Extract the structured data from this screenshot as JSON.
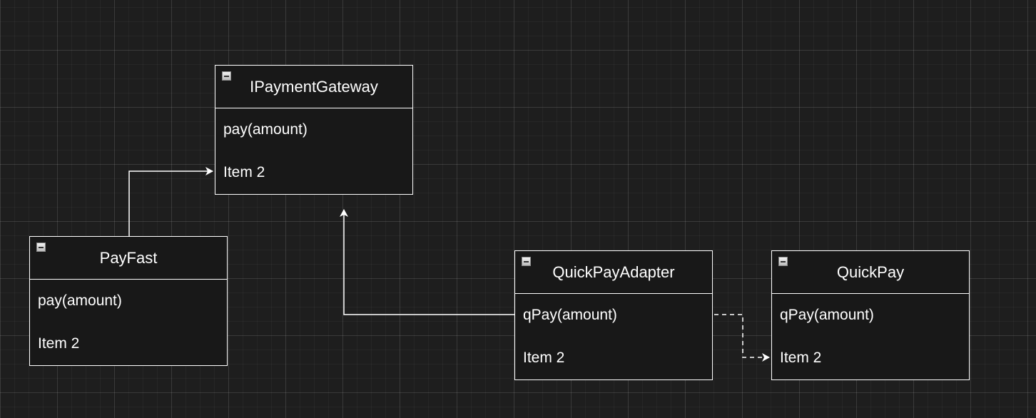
{
  "classes": {
    "ipaymentgateway": {
      "name": "IPaymentGateway",
      "items": [
        "pay(amount)",
        "Item 2"
      ]
    },
    "payfast": {
      "name": "PayFast",
      "items": [
        "pay(amount)",
        "Item 2"
      ]
    },
    "quickpayadapter": {
      "name": "QuickPayAdapter",
      "items": [
        "qPay(amount)",
        "Item 2"
      ]
    },
    "quickpay": {
      "name": "QuickPay",
      "items": [
        "qPay(amount)",
        "Item 2"
      ]
    }
  },
  "connectors": [
    {
      "from": "payfast",
      "to": "ipaymentgateway",
      "style": "solid"
    },
    {
      "from": "quickpayadapter",
      "to": "ipaymentgateway",
      "style": "solid"
    },
    {
      "from": "quickpayadapter",
      "to": "quickpay",
      "style": "dashed"
    }
  ],
  "colors": {
    "background": "#1e1e1e",
    "stroke": "#ffffff",
    "text": "#ffffff"
  }
}
